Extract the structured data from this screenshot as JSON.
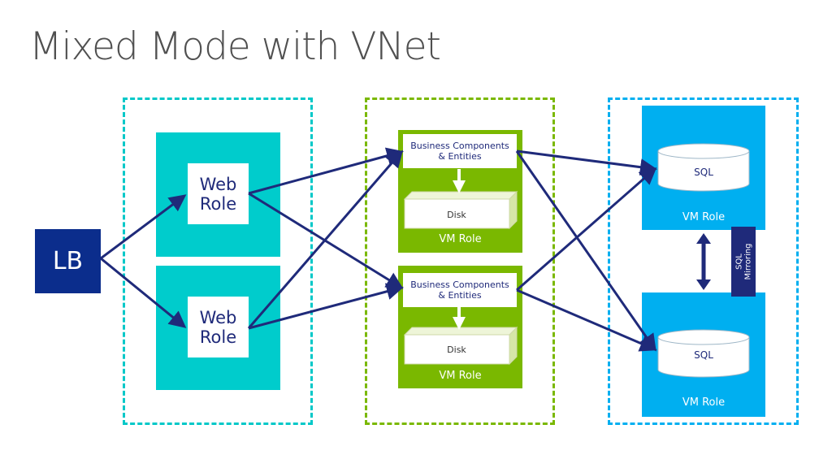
{
  "slide": {
    "title": "Mixed Mode with VNet"
  },
  "load_balancer": {
    "label": "LB"
  },
  "web_tier": {
    "roles": [
      {
        "label_line1": "Web",
        "label_line2": "Role"
      },
      {
        "label_line1": "Web",
        "label_line2": "Role"
      }
    ]
  },
  "business_tier": {
    "vms": [
      {
        "component_line1": "Business Components",
        "component_line2": "& Entities",
        "disk": "Disk",
        "vm_label": "VM Role"
      },
      {
        "component_line1": "Business Components",
        "component_line2": "& Entities",
        "disk": "Disk",
        "vm_label": "VM Role"
      }
    ]
  },
  "data_tier": {
    "vms": [
      {
        "db": "SQL",
        "vm_label": "VM Role"
      },
      {
        "db": "SQL",
        "vm_label": "VM Role"
      }
    ],
    "mirroring": {
      "line1": "SQL",
      "line2": "Mirroring"
    }
  },
  "colors": {
    "web_tier_border": "#00c8c8",
    "web_tile": "#00cccc",
    "business_tier_border": "#7ab800",
    "vm_green": "#7ab800",
    "data_tier_border": "#00aff0",
    "vm_blue": "#00aff0",
    "load_balancer": "#0b2d8c",
    "arrows": "#1f2a7a"
  }
}
